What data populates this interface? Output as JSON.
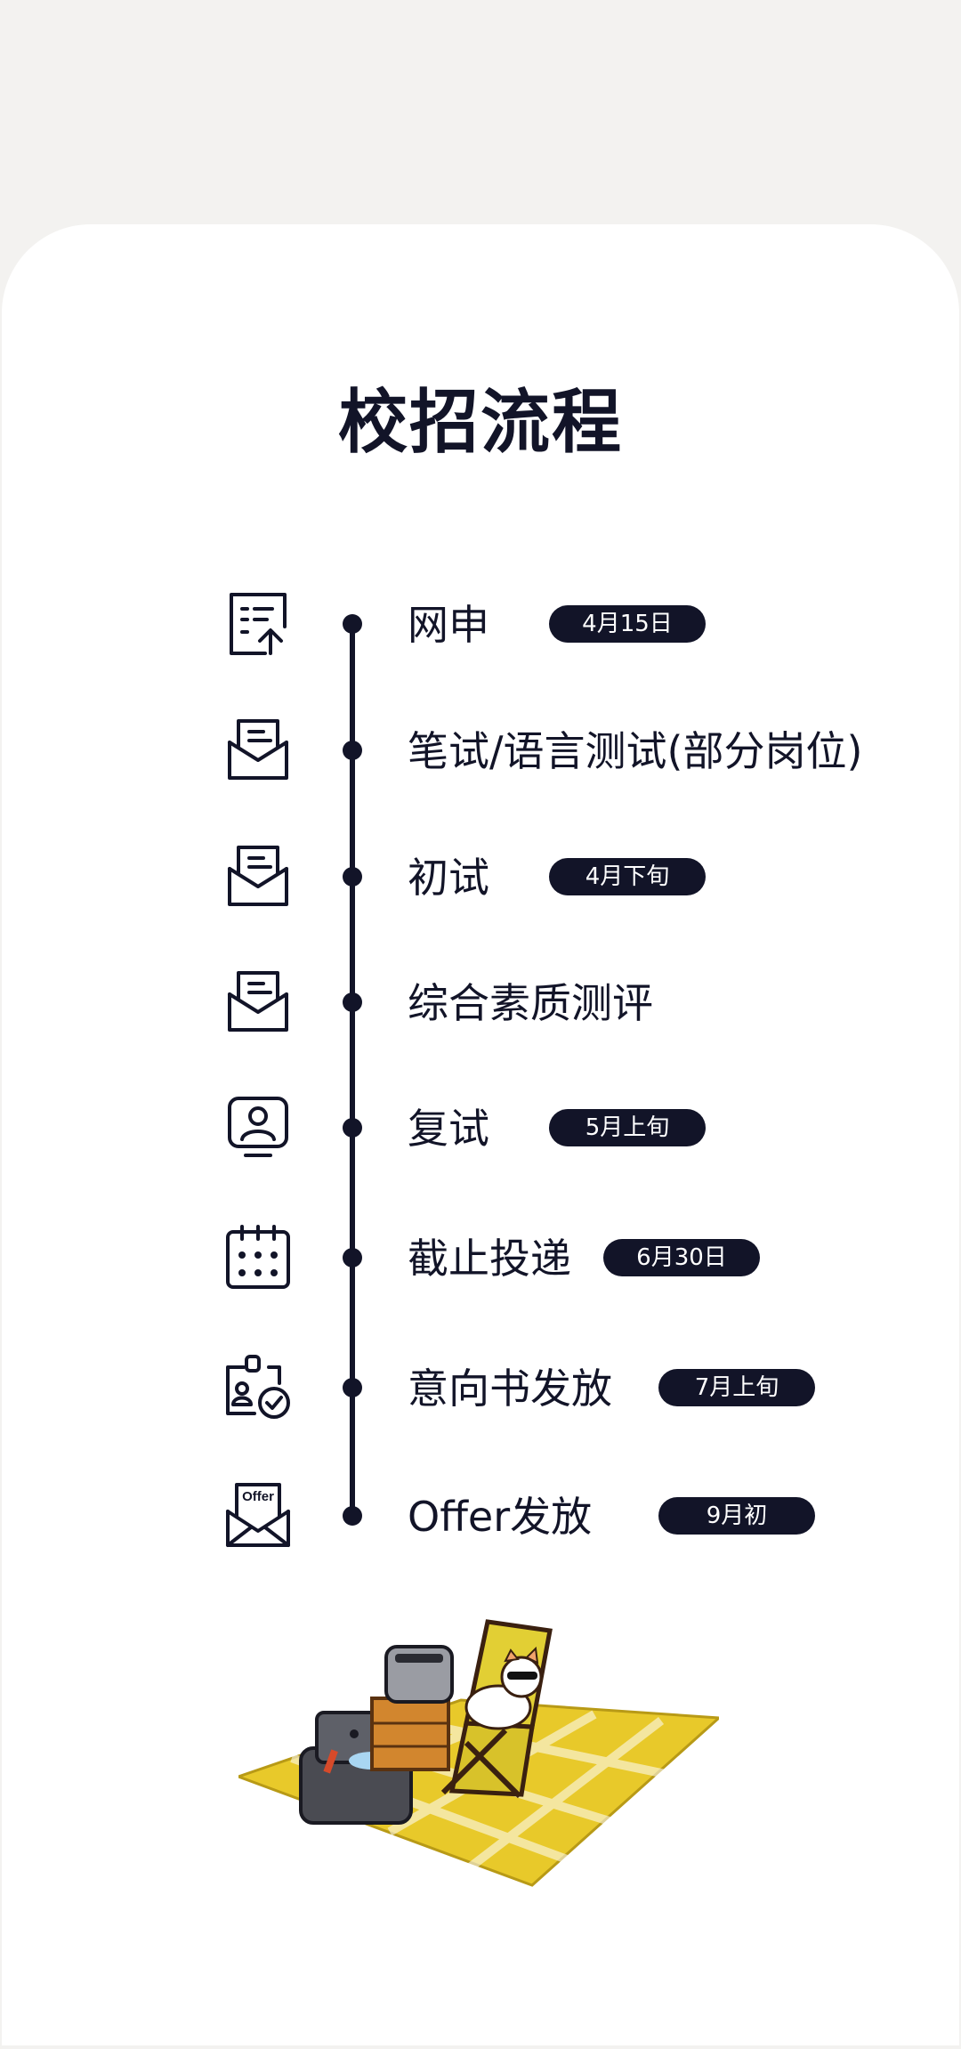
{
  "page_title": "校招流程",
  "steps": [
    {
      "label": "网申",
      "date": "4月15日",
      "icon": "upload-document-icon"
    },
    {
      "label": "笔试/语言测试(部分岗位)",
      "date": "",
      "icon": "envelope-icon"
    },
    {
      "label": "初试",
      "date": "4月下旬",
      "icon": "envelope-icon"
    },
    {
      "label": "综合素质测评",
      "date": "",
      "icon": "envelope-icon"
    },
    {
      "label": "复试",
      "date": "5月上旬",
      "icon": "video-interview-icon"
    },
    {
      "label": "截止投递",
      "date": "6月30日",
      "icon": "calendar-icon"
    },
    {
      "label": "意向书发放",
      "date": "7月上旬",
      "icon": "badge-check-icon"
    },
    {
      "label": "Offer发放",
      "date": "9月初",
      "icon": "offer-envelope-icon"
    }
  ],
  "offer_icon_text": "Offer",
  "colors": {
    "primary": "#121428",
    "background": "#f3f2f0",
    "card": "#ffffff",
    "picnic": "#e8c92a"
  }
}
